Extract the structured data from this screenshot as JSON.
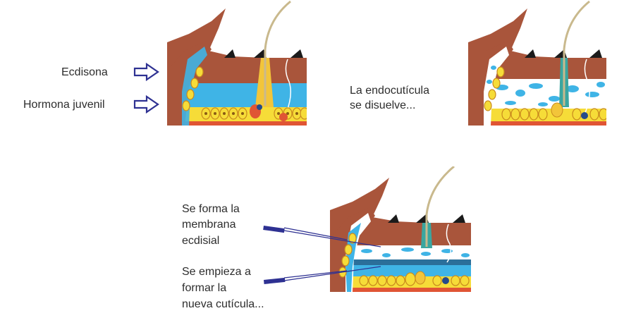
{
  "panel_top_left": {
    "label_ecdisona": "Ecdisona",
    "label_hormona": "Hormona juvenil"
  },
  "panel_top_right": {
    "caption_line1": "La endocutícula",
    "caption_line2": "se disuelve..."
  },
  "panel_bottom": {
    "label_a_line1": "Se forma la",
    "label_a_line2": "membrana",
    "label_a_line3": "ecdisial",
    "label_b_line1": "Se empieza a",
    "label_b_line2": "formar la",
    "label_b_line3": "nueva cutícula..."
  },
  "colors": {
    "exocuticle": "#a9553b",
    "endocuticle": "#3fb4e6",
    "epidermis_cell": "#f6dc38",
    "cell_outline": "#c98a1e",
    "basement": "#e05534",
    "hair": "#c9b98d",
    "arrow": "#2e3192",
    "teal_canal": "#3aa6a0",
    "nucleus": "#264a8a"
  }
}
